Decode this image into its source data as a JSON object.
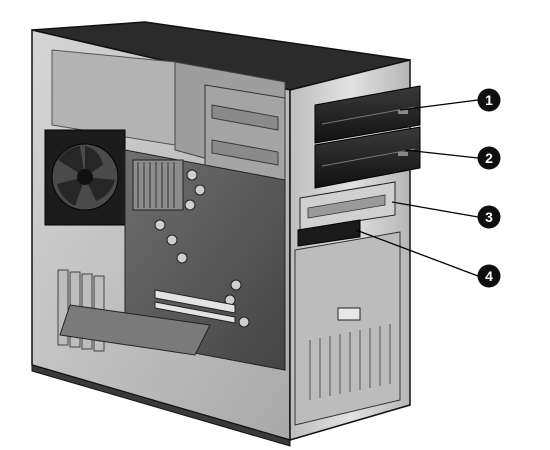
{
  "figure": {
    "callouts": [
      {
        "number": "1"
      },
      {
        "number": "2"
      },
      {
        "number": "3"
      },
      {
        "number": "4"
      }
    ],
    "colors": {
      "case_top": "#2b2b2b",
      "side_panel": "#c8c8c8",
      "interior": "#9a9a9a",
      "front_bezel": "#d7d7d7",
      "drive_face": "#1f1f1f",
      "callout_fill": "#0f0f0f",
      "outline": "#111111"
    }
  }
}
